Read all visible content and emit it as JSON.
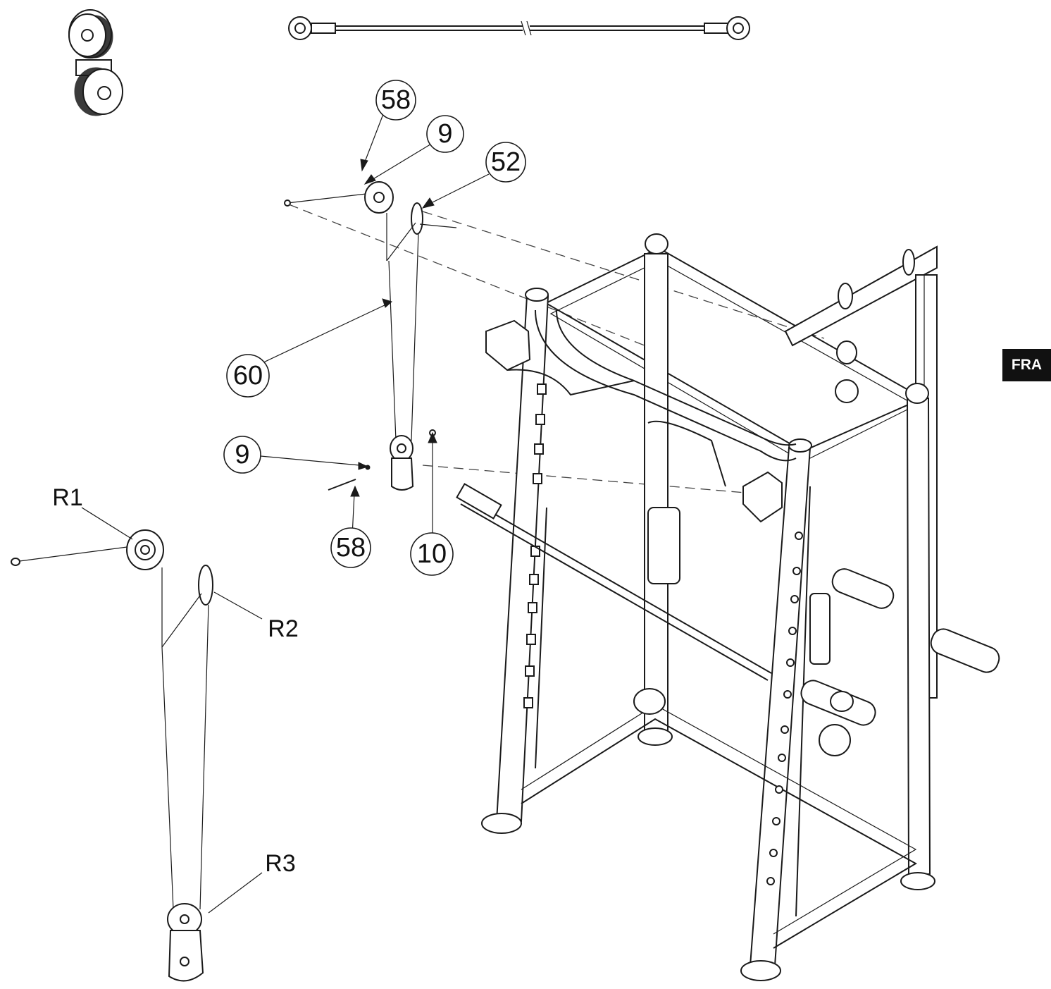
{
  "language_tab": "FRA",
  "callouts": [
    {
      "id": "c58a",
      "label": "58"
    },
    {
      "id": "c9a",
      "label": "9"
    },
    {
      "id": "c52",
      "label": "52"
    },
    {
      "id": "c60",
      "label": "60"
    },
    {
      "id": "c9b",
      "label": "9"
    },
    {
      "id": "c58b",
      "label": "58"
    },
    {
      "id": "c10",
      "label": "10"
    }
  ],
  "references": [
    {
      "id": "r1",
      "label": "R1"
    },
    {
      "id": "r2",
      "label": "R2"
    },
    {
      "id": "r3",
      "label": "R3"
    }
  ],
  "icons": [
    "pulley-detail-icon",
    "cable-icon",
    "frame-icon"
  ]
}
